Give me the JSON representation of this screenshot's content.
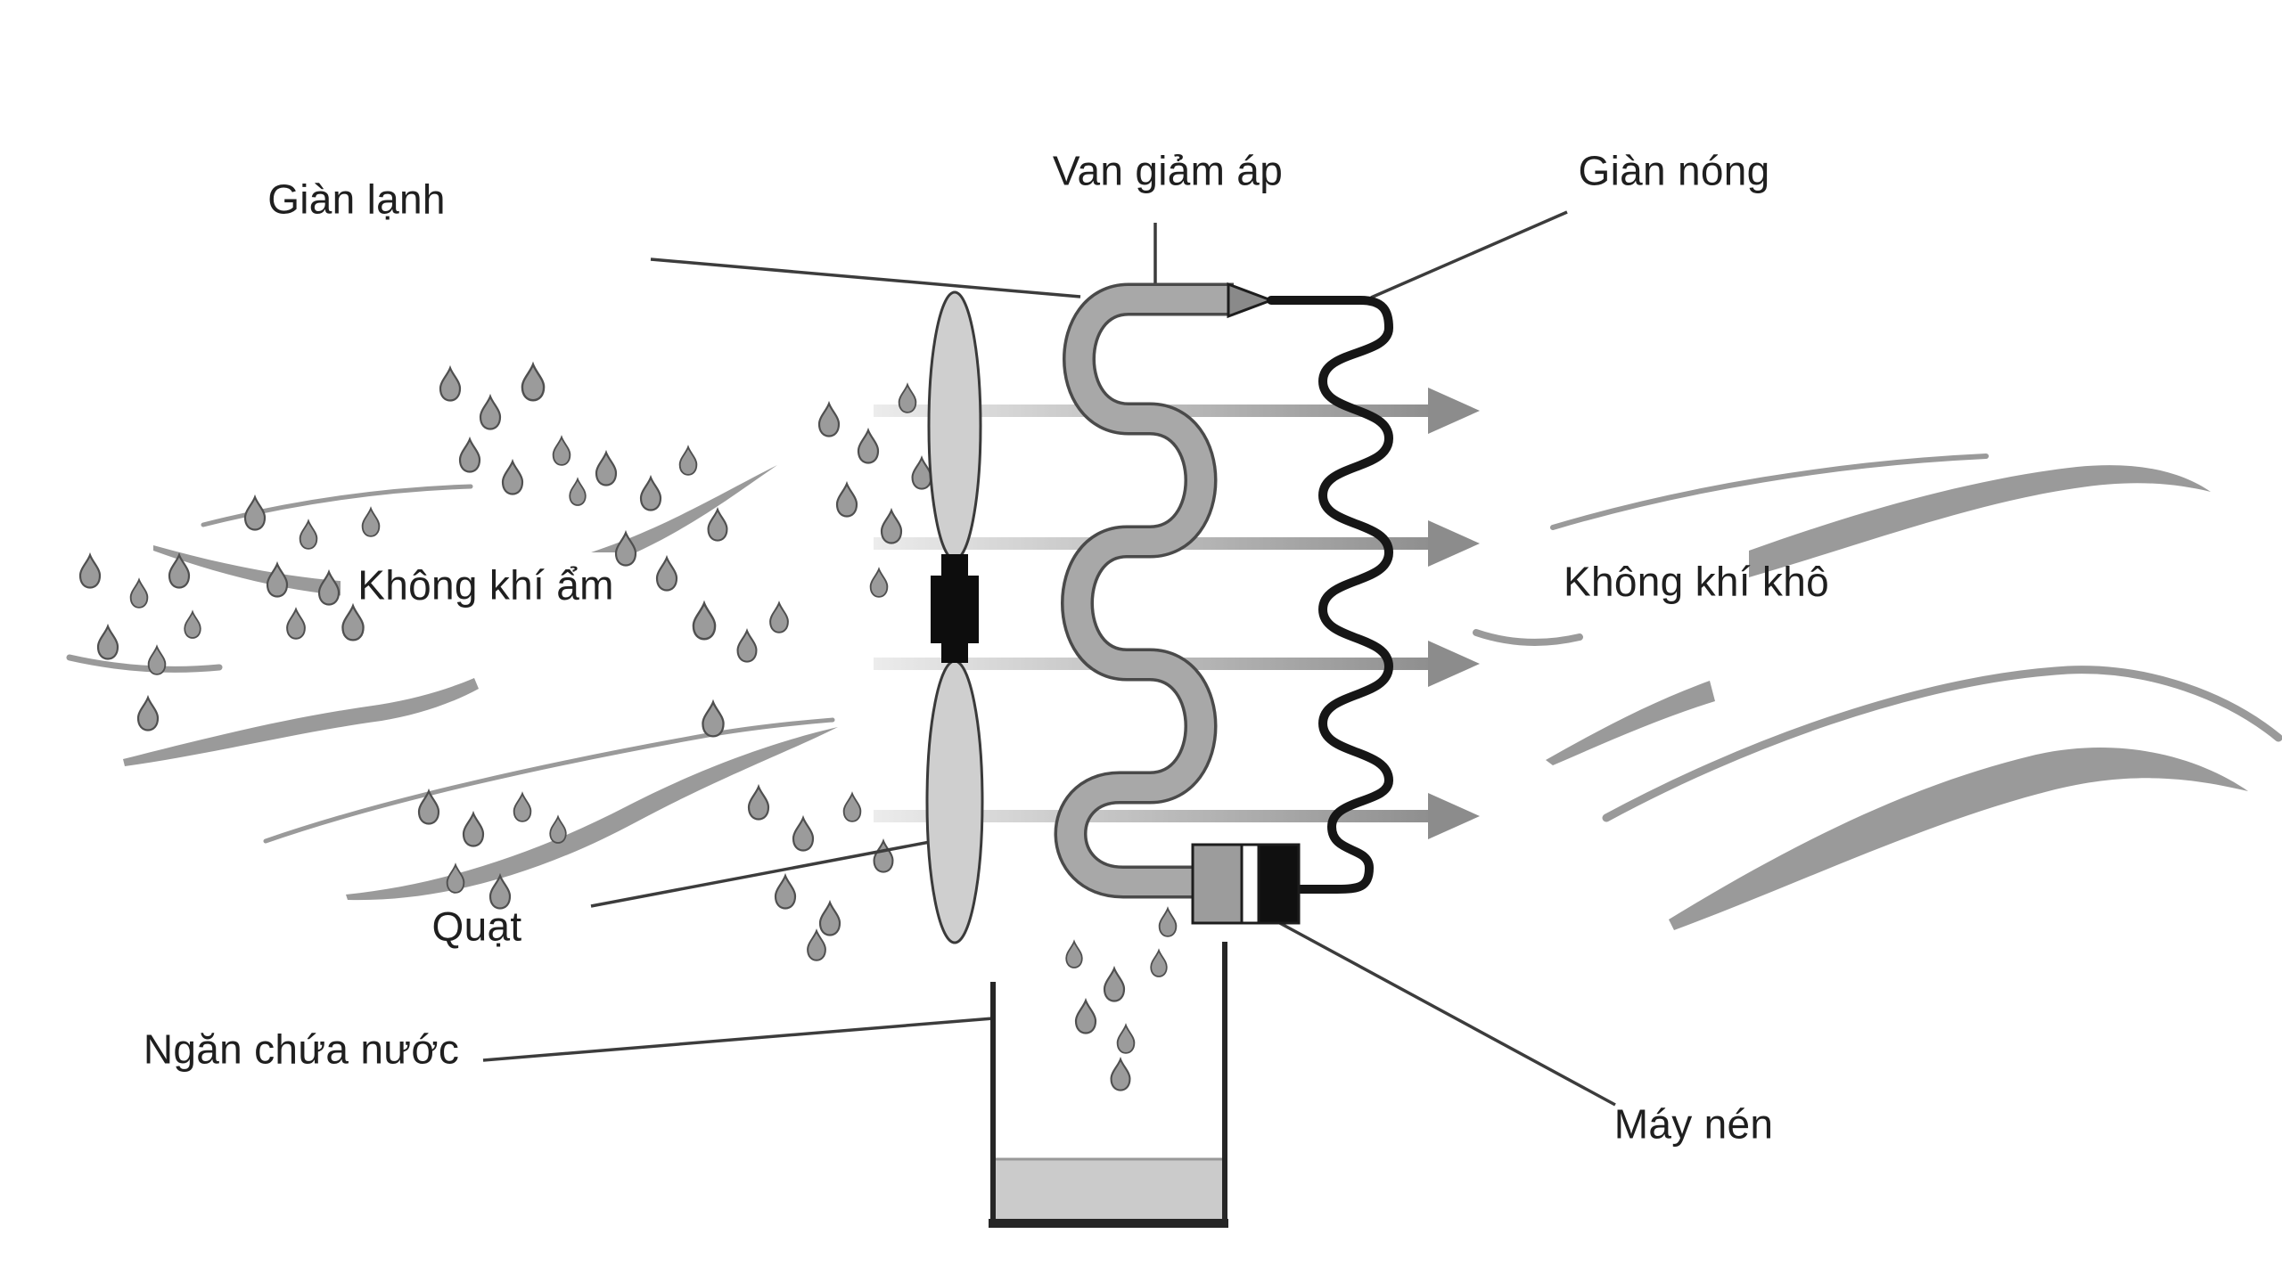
{
  "diagram": {
    "labels": {
      "evaporator": "Giàn lạnh",
      "expansion_valve": "Van giảm áp",
      "condenser": "Giàn nóng",
      "humid_air": "Không khí ẩm",
      "dry_air": "Không khí khô",
      "fan": "Quạt",
      "water_tank": "Ngăn chứa nước",
      "compressor": "Máy nén"
    },
    "components": [
      "evaporator-coil",
      "condenser-coil",
      "expansion-valve",
      "fan",
      "compressor",
      "water-tank",
      "airflow-arrows",
      "humid-air-droplets",
      "condensate-droplets",
      "wind-lines"
    ],
    "colors": {
      "background": "#ffffff",
      "text": "#1f1f1f",
      "leader_line": "#3c3c3c",
      "cold_coil_fill": "#a8a8a8",
      "cold_coil_outline": "#4a4a4a",
      "hot_coil": "#161616",
      "fan_blade": "#cfcfcf",
      "fan_blade_outline": "#3a3a3a",
      "fan_hub": "#0d0d0d",
      "arrow_start": "#ececec",
      "arrow_end": "#8f8f8f",
      "arrow_head": "#8c8c8c",
      "droplet": "#9b9b9b",
      "droplet_outline": "#4f4f4f",
      "wind_line": "#9a9a9a",
      "water": "#cbcbcb",
      "water_surface": "#999999",
      "tray_line": "#262626",
      "compressor_gray": "#9c9c9c",
      "compressor_black": "#101010",
      "compressor_stripe": "#ffffff",
      "valve_fill": "#8a8a8a"
    }
  }
}
